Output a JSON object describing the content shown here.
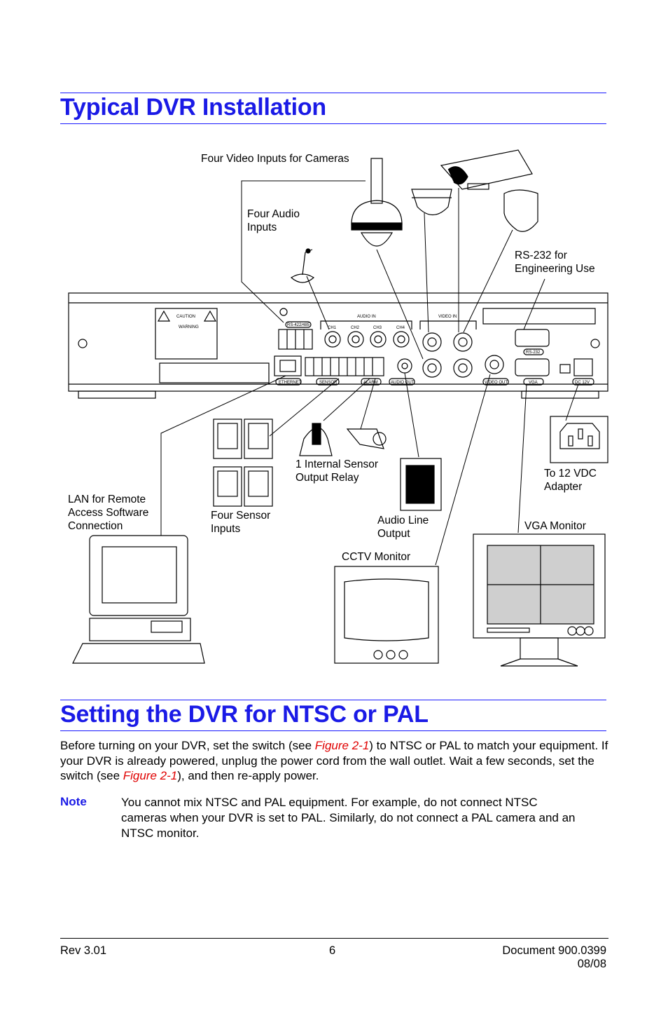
{
  "section1": {
    "title": "Typical DVR Installation"
  },
  "figure": {
    "labels": {
      "video_inputs": "Four Video Inputs for Cameras",
      "audio_inputs": "Four Audio Inputs",
      "rs232": "RS-232 for Engineering Use",
      "lan": "LAN for Remote Access Software Connection",
      "sensor_inputs": "Four Sensor Inputs",
      "relay": "1 Internal Sensor Output Relay",
      "audio_line_output": "Audio Line Output",
      "power": "To 12 VDC Adapter",
      "vga_monitor": "VGA Monitor",
      "cctv_monitor": "CCTV Monitor"
    },
    "panel": {
      "caution": "CAUTION",
      "warning": "WARNING",
      "audio_in": "AUDIO IN",
      "video_in": "VIDEO IN",
      "rs422": "RS-422/485",
      "ethernet": "ETHERNET",
      "sensor": "SENSOR",
      "alarm": "ALARM",
      "audio_out": "AUDIO OUT",
      "video_out": "VIDEO OUT",
      "vga": "VGA",
      "rs232_port": "RS-232",
      "dc12v": "DC 12V",
      "ch1": "CH1",
      "ch2": "CH2",
      "ch3": "CH3",
      "ch4": "CH4"
    }
  },
  "section2": {
    "title": "Setting the DVR for NTSC or PAL",
    "para_1": "Before turning on your DVR, set the switch (see ",
    "link_1": "Figure 2-1",
    "para_2": ") to NTSC or PAL to match your equipment. If your DVR is already powered, unplug the power cord from the wall outlet. Wait a few seconds, set the switch (see ",
    "link_2": "Figure 2-1",
    "para_3": "), and then re-apply power."
  },
  "note": {
    "label": "Note",
    "text": "You cannot mix NTSC and PAL equipment. For example, do not connect NTSC cameras when your DVR is set to PAL. Similarly, do not connect a PAL camera and an NTSC monitor."
  },
  "footer": {
    "rev": "Rev 3.01",
    "page": "6",
    "doc": "Document 900.0399",
    "date": "08/08"
  },
  "colors": {
    "heading": "#1a1ae6",
    "rule": "#1a1aff",
    "link": "#e00000"
  }
}
